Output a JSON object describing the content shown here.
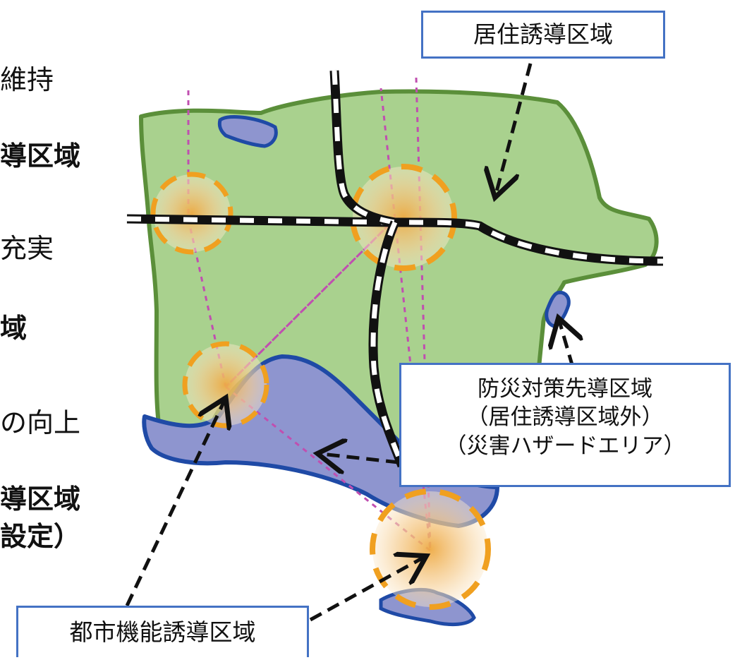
{
  "left_text": [
    "維持",
    "導区域",
    "充実",
    "域",
    "の向上",
    "導区域",
    "設定）"
  ],
  "labels": {
    "residential": "居住誘導区域",
    "disaster": [
      "防災対策先導区域",
      "（居住誘導区域外）",
      "（災害ハザードエリア）"
    ],
    "urban": "都市機能誘導区域"
  },
  "colors": {
    "residential_fill": "#a9d18e",
    "residential_stroke": "#5b8f3a",
    "hazard_fill": "#8e95cf",
    "hazard_stroke": "#1f4aa6",
    "hub_dash": "#f0a020",
    "box_border": "#4472c4",
    "transit_line": "#c04fb0"
  }
}
